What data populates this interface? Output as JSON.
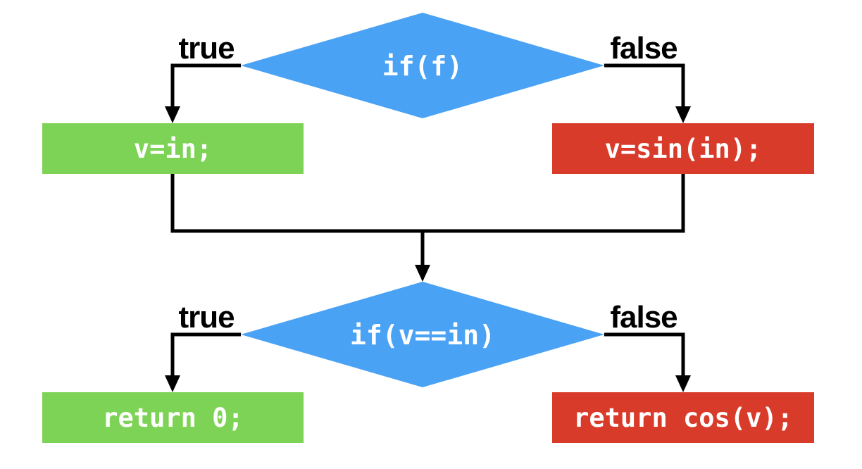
{
  "colors": {
    "decision_fill": "#4AA2F5",
    "true_fill": "#7DD355",
    "false_fill": "#D93B2A",
    "connector": "#000000",
    "shape_text": "#FFFFFF",
    "branch_label_text": "#000000"
  },
  "flowchart": {
    "decision1": {
      "condition": "if(f)",
      "true_label": "true",
      "false_label": "false",
      "true_action": "v=in;",
      "false_action": "v=sin(in);"
    },
    "decision2": {
      "condition": "if(v==in)",
      "true_label": "true",
      "false_label": "false",
      "true_action": "return 0;",
      "false_action": "return cos(v);"
    }
  }
}
